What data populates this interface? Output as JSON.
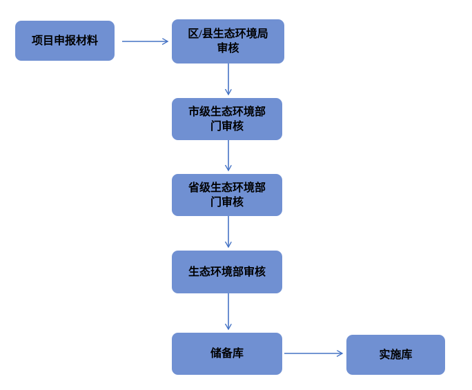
{
  "diagram": {
    "type": "flowchart",
    "background": "#ffffff",
    "colors": {
      "node_fill": "#7090D2",
      "arrow": "#4472C4",
      "text": "#000000"
    },
    "nodes": [
      {
        "id": "materials",
        "label": "项目申报材料"
      },
      {
        "id": "district-review",
        "label": "区/县生态环境局\n审核"
      },
      {
        "id": "city-review",
        "label": "市级生态环境部\n门审核"
      },
      {
        "id": "province-review",
        "label": "省级生态环境部\n门审核"
      },
      {
        "id": "ministry-review",
        "label": "生态环境部审核"
      },
      {
        "id": "reserve-bank",
        "label": "储备库"
      },
      {
        "id": "implementation-bank",
        "label": "实施库"
      }
    ],
    "edges": [
      {
        "from": "materials",
        "to": "district-review",
        "direction": "right"
      },
      {
        "from": "district-review",
        "to": "city-review",
        "direction": "down"
      },
      {
        "from": "city-review",
        "to": "province-review",
        "direction": "down"
      },
      {
        "from": "province-review",
        "to": "ministry-review",
        "direction": "down"
      },
      {
        "from": "ministry-review",
        "to": "reserve-bank",
        "direction": "down"
      },
      {
        "from": "reserve-bank",
        "to": "implementation-bank",
        "direction": "right"
      }
    ]
  }
}
